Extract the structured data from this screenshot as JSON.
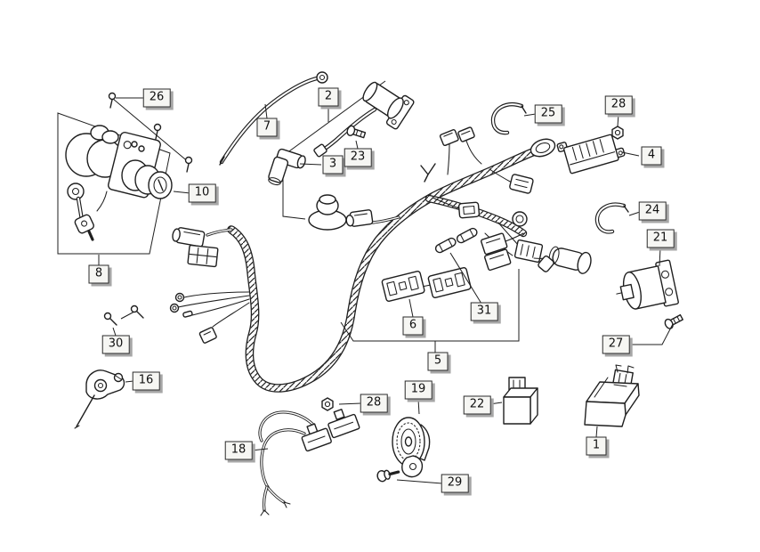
{
  "diagram": {
    "kind": "exploded-parts-diagram",
    "subject": "scooter electrical system / wiring harness",
    "colors": {
      "background": "#ffffff",
      "line": "#1f1f1f",
      "callout_fill": "#f6f6f3",
      "callout_border": "#2b2b2b",
      "callout_shadow": "#a6a6a6"
    }
  },
  "callouts": [
    {
      "label": "26",
      "part": "mounting-screws"
    },
    {
      "label": "2",
      "part": "ignition-coil-assembly"
    },
    {
      "label": "7",
      "part": "ground-cable"
    },
    {
      "label": "3",
      "part": "spark-plug-cap"
    },
    {
      "label": "23",
      "part": "coil-screw"
    },
    {
      "label": "25",
      "part": "cable-clamp-upper"
    },
    {
      "label": "28",
      "part": "hex-nut-upper"
    },
    {
      "label": "4",
      "part": "voltage-regulator"
    },
    {
      "label": "24",
      "part": "cable-clamp-lower"
    },
    {
      "label": "10",
      "part": "ignition-switch-lock"
    },
    {
      "label": "8",
      "part": "ignition-switch-assembly"
    },
    {
      "label": "21",
      "part": "turn-signal-relay"
    },
    {
      "label": "27",
      "part": "relay-screw"
    },
    {
      "label": "30",
      "part": "terminal-screws"
    },
    {
      "label": "16",
      "part": "side-stand-switch"
    },
    {
      "label": "6",
      "part": "fuse-holder"
    },
    {
      "label": "31",
      "part": "fuses"
    },
    {
      "label": "5",
      "part": "main-wiring-harness"
    },
    {
      "label": "18",
      "part": "sub-harness"
    },
    {
      "label": "28",
      "part": "hex-nut-lower"
    },
    {
      "label": "19",
      "part": "horn"
    },
    {
      "label": "22",
      "part": "relay"
    },
    {
      "label": "29",
      "part": "horn-bolt"
    },
    {
      "label": "1",
      "part": "cdi-control-unit"
    }
  ]
}
